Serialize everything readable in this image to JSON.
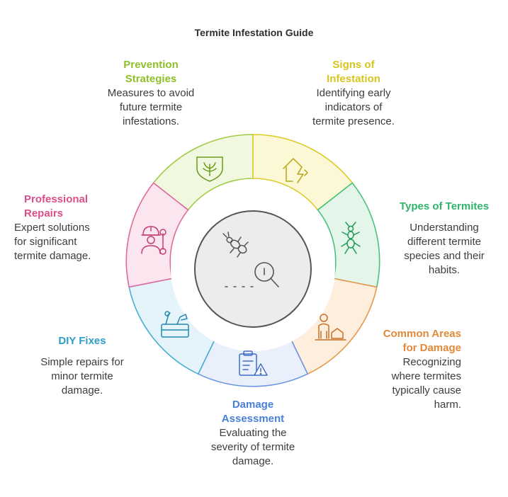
{
  "title": "Termite Infestation Guide",
  "colors": {
    "green": "#8fbf2a",
    "yellow": "#d7c61f",
    "teal": "#2fb56a",
    "orange": "#e0893a",
    "blue": "#4a7fd8",
    "cyan": "#2c9dc9",
    "pink": "#d94f8a"
  },
  "sections": {
    "signs": {
      "heading": "Signs of\nInfestation",
      "text": "Identifying early\nindicators of\ntermite presence.",
      "icon": "broken-house-icon"
    },
    "types": {
      "heading": "Types of Termites",
      "text": "Understanding\ndifferent termite\nspecies and their\nhabits.",
      "icon": "ant-icon"
    },
    "areas": {
      "heading": "Common Areas\nfor Damage",
      "text": "Recognizing\nwhere termites\ntypically cause\nharm.",
      "icon": "person-house-icon"
    },
    "damage": {
      "heading": "Damage\nAssessment",
      "text": "Evaluating the\nseverity of termite\ndamage.",
      "icon": "clipboard-warning-icon"
    },
    "diy": {
      "heading": "DIY Fixes",
      "text": "Simple repairs for\nminor termite\ndamage.",
      "icon": "toolbox-icon"
    },
    "repairs": {
      "heading": "Professional\nRepairs",
      "text": "Expert solutions\nfor significant\ntermite damage.",
      "icon": "worker-wrench-icon"
    },
    "prevention": {
      "heading": "Prevention\nStrategies",
      "text": "Measures to avoid\nfuture termite\ninfestations.",
      "icon": "shield-plant-icon"
    }
  }
}
